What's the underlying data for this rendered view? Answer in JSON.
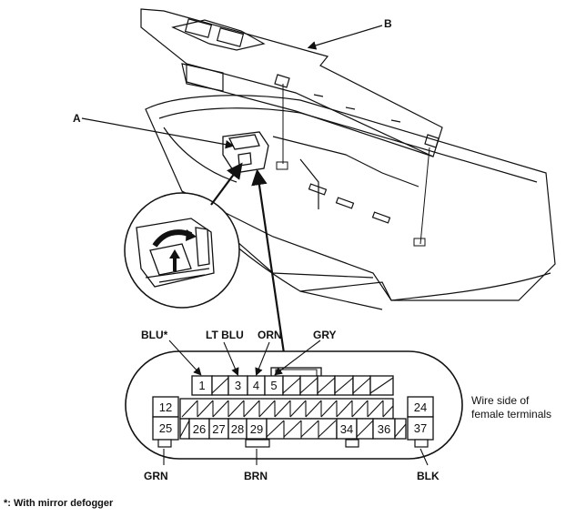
{
  "labels": {
    "part_a": "A",
    "part_b": "B"
  },
  "wire_labels": {
    "blu": "BLU*",
    "lt_blu": "LT BLU",
    "orn": "ORN",
    "gry": "GRY",
    "grn": "GRN",
    "brn": "BRN",
    "blk": "BLK"
  },
  "pins": {
    "p1": "1",
    "p3": "3",
    "p4": "4",
    "p5": "5",
    "p12": "12",
    "p24": "24",
    "p25": "25",
    "p26": "26",
    "p27": "27",
    "p28": "28",
    "p29": "29",
    "p34": "34",
    "p36": "36",
    "p37": "37"
  },
  "connector_note": {
    "line1": "Wire side of",
    "line2": "female terminals"
  },
  "footnote": "*: With mirror defogger"
}
